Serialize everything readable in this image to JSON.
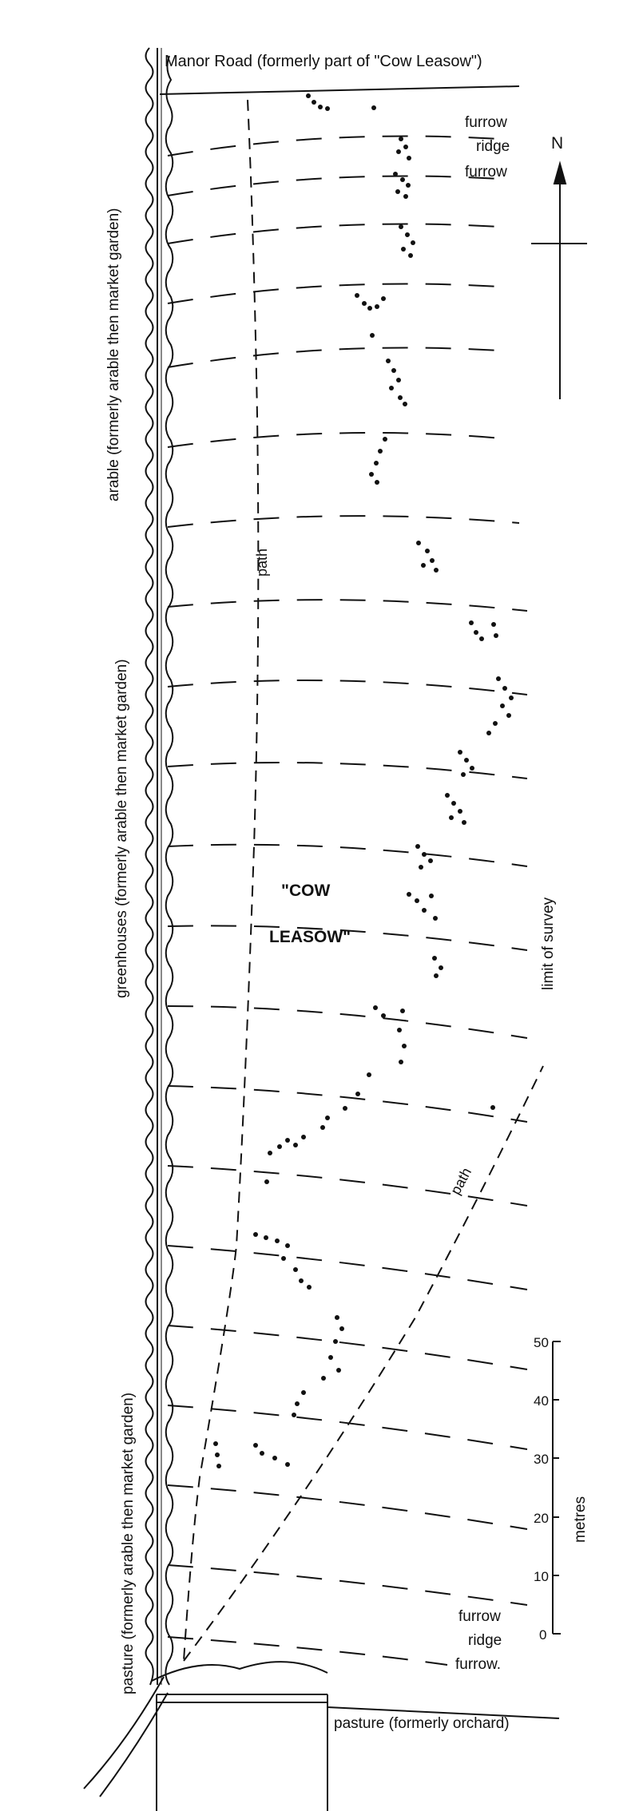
{
  "labels": {
    "manor_road": "Manor Road (formerly part of \"Cow Leasow\")",
    "furrow_top_1": "furrow",
    "ridge_top": "ridge",
    "furrow_top_2": "furrow",
    "north": "N",
    "arable": "arable (formerly arable then market garden)",
    "greenhouses": "greenhouses (formerly arable then market garden)",
    "pasture_west": "pasture (formerly arable then market garden)",
    "path_north": "path",
    "path_diag": "path",
    "cow": "\"COW",
    "leasow": "LEASOW\"",
    "limit": "limit of survey",
    "metres": "metres",
    "furrow_bottom_1": "furrow",
    "ridge_bottom": "ridge",
    "furrow_bottom_2": "furrow.",
    "pasture_orchard": "pasture (formerly orchard)"
  },
  "scale_bar": {
    "unit": "metres",
    "ticks": [
      "0",
      "10",
      "20",
      "30",
      "40",
      "50"
    ]
  }
}
